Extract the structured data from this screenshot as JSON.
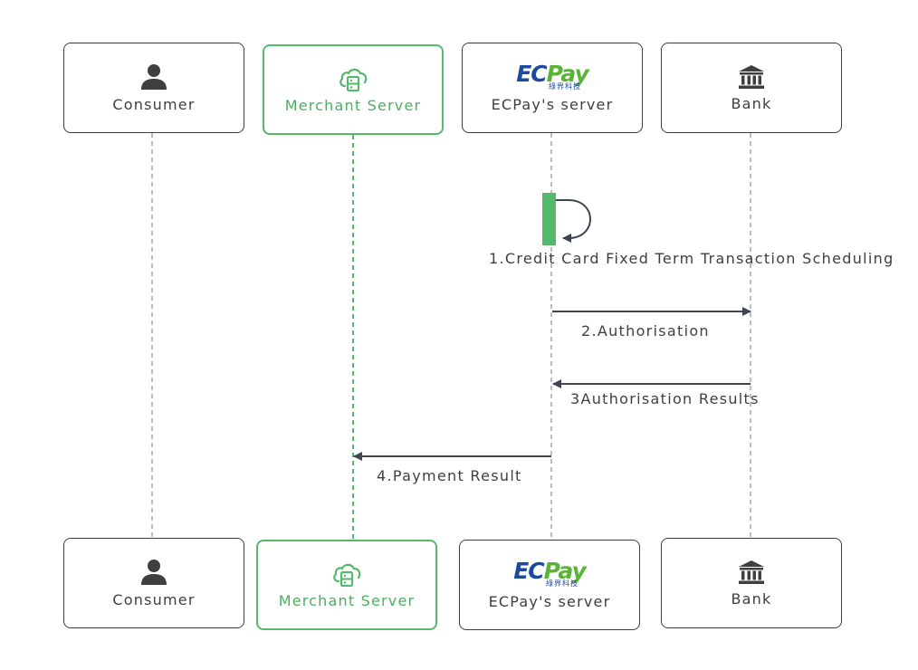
{
  "participants": {
    "consumer": {
      "label": "Consumer",
      "icon": "user-icon"
    },
    "merchant": {
      "label": "Merchant Server",
      "icon": "cloud-server-icon"
    },
    "ecpay": {
      "label": "ECPay's server",
      "icon": "ecpay-logo",
      "logo_main": "ECPay",
      "logo_ec": "EC",
      "logo_pay": "Pay",
      "logo_sub": "綠界科技"
    },
    "bank": {
      "label": "Bank",
      "icon": "bank-icon"
    }
  },
  "messages": [
    {
      "label": "1.Credit Card Fixed Term Transaction Scheduling",
      "from": "ecpay",
      "to": "ecpay"
    },
    {
      "label": "2.Authorisation",
      "from": "ecpay",
      "to": "bank"
    },
    {
      "label": "3Authorisation Results",
      "from": "bank",
      "to": "ecpay"
    },
    {
      "label": "4.Payment Result",
      "from": "ecpay",
      "to": "merchant"
    }
  ],
  "colors": {
    "merchant_accent": "#55b96b",
    "activation_bar": "#55b96b",
    "lifeline": "#bdbdbd",
    "arrow": "#3d4452",
    "ecpay_blue": "#1c4a9c",
    "ecpay_green": "#58b434"
  }
}
